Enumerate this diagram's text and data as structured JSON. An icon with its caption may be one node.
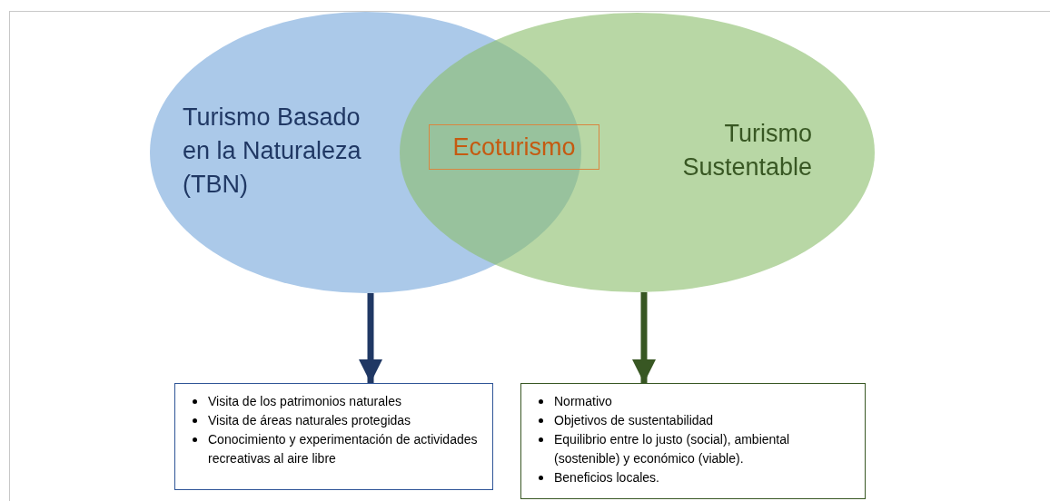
{
  "diagram": {
    "nodes": [
      {
        "text": [
          "Turismo Basado en la Naturaleza (TBN)"
        ]
      },
      {
        "text": [
          "Turismo Sustentable"
        ]
      },
      {
        "text": [
          "Ecoturismo"
        ],
        "in": 1
      },
      {
        "text": [
          "Visita de los patrimonios naturales",
          "Visita de áreas naturales protegidas",
          "Conocimiento y experimentación de actividades recreativas al aire libre"
        ]
      },
      {
        "text": [
          "Normativo",
          "Objetivos de sustentabilidad",
          "Equilibrio entre lo justo (social), ambiental (sostenible) y económico (viable).",
          "Beneficios locales."
        ]
      }
    ],
    "edges": [
      {
        "from": 0,
        "to": 3,
        "arrow": "to",
        "color": "#203864"
      },
      {
        "from": 1,
        "to": 4,
        "arrow": "to",
        "color": "#385723"
      }
    ]
  }
}
